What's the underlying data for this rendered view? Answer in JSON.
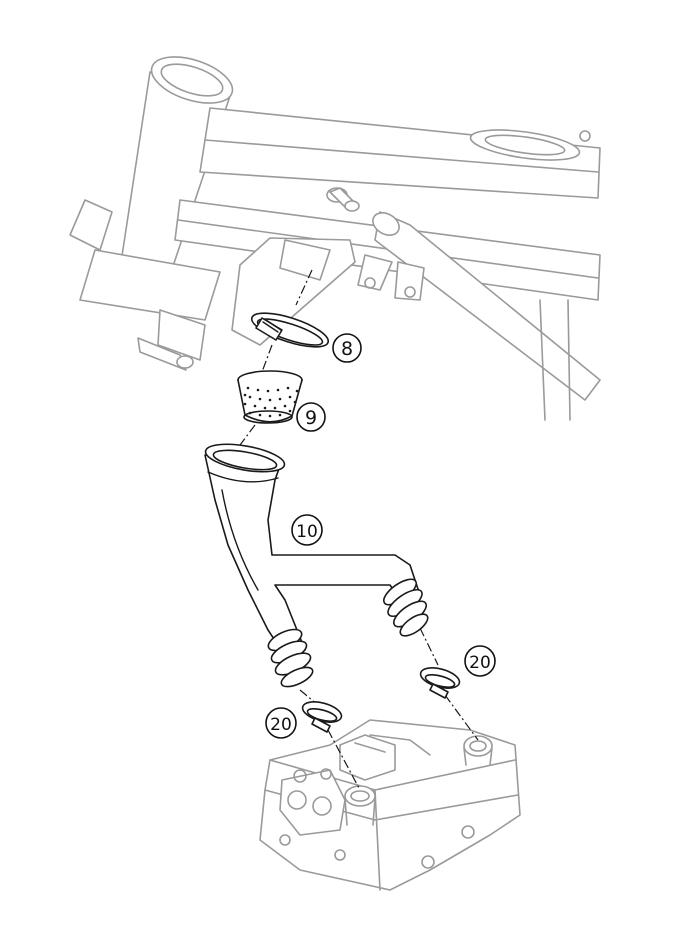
{
  "callouts": {
    "c8": "8",
    "c9": "9",
    "c10": "10",
    "c20a": "20",
    "c20b": "20"
  },
  "colors": {
    "ghost": "#9a9a9a",
    "part": "#1a1a1a"
  }
}
